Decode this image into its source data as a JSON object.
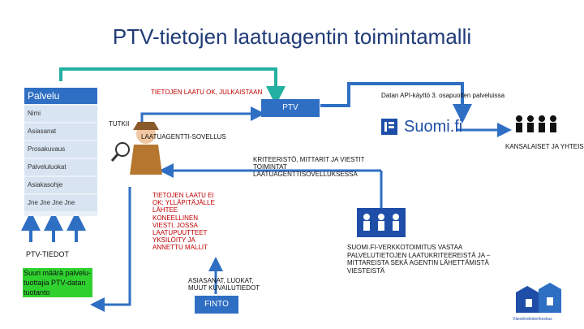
{
  "title": "PTV-tietojen laatuagentin toimintamalli",
  "form": {
    "header": "Palvelu",
    "items": [
      "Nimi",
      "Asiasanat",
      "Prosakuvaus",
      "Palveluluokat",
      "Asiakasohje",
      "Jne Jne Jne Jne"
    ]
  },
  "labels": {
    "laatu_ok": "TIETOJEN LAATU OK, JULKAISTAAN",
    "datan_api": "Datan API-käyttö 3. osapuolten palveluissa",
    "ptv": "PTV",
    "tutkii": "TUTKII",
    "laatuagentti": "LAATUAGENTTI-SOVELLUS",
    "kansalaiset": "KANSALAISET JA YHTEISÖT",
    "kriteeristo": "KRITEERISTÖ, MITTARIT JA VIESTIT TOIMINTAT LAATUAGENTTISOVELLUKSESSA",
    "laatu_ei_ok": "TIETOJEN LAATU EI OK: YLLÄPITÄJÄLLE LÄHTEE KONEELLINEN VIESTI, JOSSA LAATUPUUTTEET YKSILÖITY JA ANNETTU MALLIT",
    "asiasanat": "ASIASANAT, LUOKAT, MUUT KUVAILUTIEDOT",
    "finto": "FINTO",
    "suomifi_text": "SUOMI.FI-VERKKOTOIMITUS VASTAA PALVELUTIETOJEN LAATUKRITEEREISTÄ JA –MITTAREISTA SEKÄ AGENTIN LÄHETTÄMISTÄ VIESTEISTÄ",
    "ptv_tiedot": "PTV-TIEDOT",
    "tuottajat": "Suuri määrä palvelu-tuottajia PTV-datan tuotanto",
    "suomifi_logo": "Suomi.fi",
    "vrk_logo": "Väestörekisterikeskus"
  },
  "colors": {
    "blue": "#2f6fc3",
    "teal": "#23b0a0",
    "green": "#2fd12f",
    "title": "#1f3b77"
  }
}
